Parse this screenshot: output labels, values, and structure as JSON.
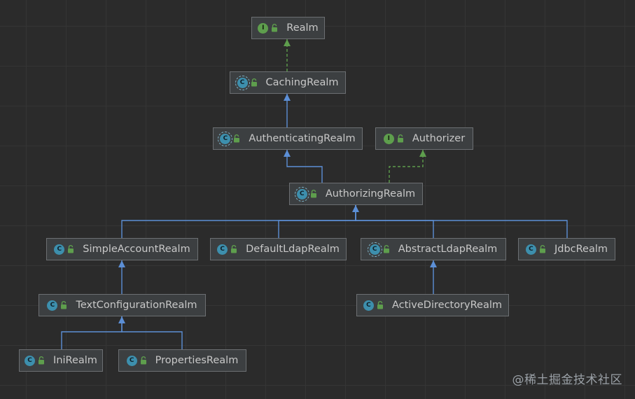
{
  "diagram": {
    "nodes": [
      {
        "id": "realm",
        "label": "Realm",
        "kind": "interface",
        "icon": "interface-icon"
      },
      {
        "id": "caching",
        "label": "CachingRealm",
        "kind": "abstract",
        "icon": "abstract-class-icon"
      },
      {
        "id": "authenticating",
        "label": "AuthenticatingRealm",
        "kind": "abstract",
        "icon": "abstract-class-icon"
      },
      {
        "id": "authorizer",
        "label": "Authorizer",
        "kind": "interface",
        "icon": "interface-icon"
      },
      {
        "id": "authorizing",
        "label": "AuthorizingRealm",
        "kind": "abstract",
        "icon": "abstract-class-icon"
      },
      {
        "id": "simpleAccount",
        "label": "SimpleAccountRealm",
        "kind": "class",
        "icon": "class-icon"
      },
      {
        "id": "defaultLdap",
        "label": "DefaultLdapRealm",
        "kind": "class",
        "icon": "class-icon"
      },
      {
        "id": "abstractLdap",
        "label": "AbstractLdapRealm",
        "kind": "abstract",
        "icon": "abstract-class-icon"
      },
      {
        "id": "jdbc",
        "label": "JdbcRealm",
        "kind": "class",
        "icon": "class-icon"
      },
      {
        "id": "textConfig",
        "label": "TextConfigurationRealm",
        "kind": "class",
        "icon": "class-icon"
      },
      {
        "id": "activeDirectory",
        "label": "ActiveDirectoryRealm",
        "kind": "class",
        "icon": "class-icon"
      },
      {
        "id": "ini",
        "label": "IniRealm",
        "kind": "class",
        "icon": "class-icon"
      },
      {
        "id": "properties",
        "label": "PropertiesRealm",
        "kind": "class",
        "icon": "class-icon"
      }
    ],
    "edges": [
      {
        "from": "caching",
        "to": "realm",
        "type": "implements"
      },
      {
        "from": "authenticating",
        "to": "caching",
        "type": "extends"
      },
      {
        "from": "authorizing",
        "to": "authenticating",
        "type": "extends"
      },
      {
        "from": "authorizing",
        "to": "authorizer",
        "type": "implements"
      },
      {
        "from": "simpleAccount",
        "to": "authorizing",
        "type": "extends"
      },
      {
        "from": "defaultLdap",
        "to": "authorizing",
        "type": "extends"
      },
      {
        "from": "abstractLdap",
        "to": "authorizing",
        "type": "extends"
      },
      {
        "from": "jdbc",
        "to": "authorizing",
        "type": "extends"
      },
      {
        "from": "textConfig",
        "to": "simpleAccount",
        "type": "extends"
      },
      {
        "from": "activeDirectory",
        "to": "abstractLdap",
        "type": "extends"
      },
      {
        "from": "ini",
        "to": "textConfig",
        "type": "extends"
      },
      {
        "from": "properties",
        "to": "textConfig",
        "type": "extends"
      }
    ],
    "kind_letters": {
      "interface": "I",
      "class": "C",
      "abstract": "C"
    },
    "colors": {
      "background": "#2b2b2b",
      "extends_line": "#5c8fd6",
      "implements_line": "#5e9e4d",
      "interface_badge": "#5e9e4d",
      "class_badge": "#3d8fad",
      "lock_icon": "#5e9e4d"
    }
  },
  "watermark": "@稀土掘金技术社区"
}
